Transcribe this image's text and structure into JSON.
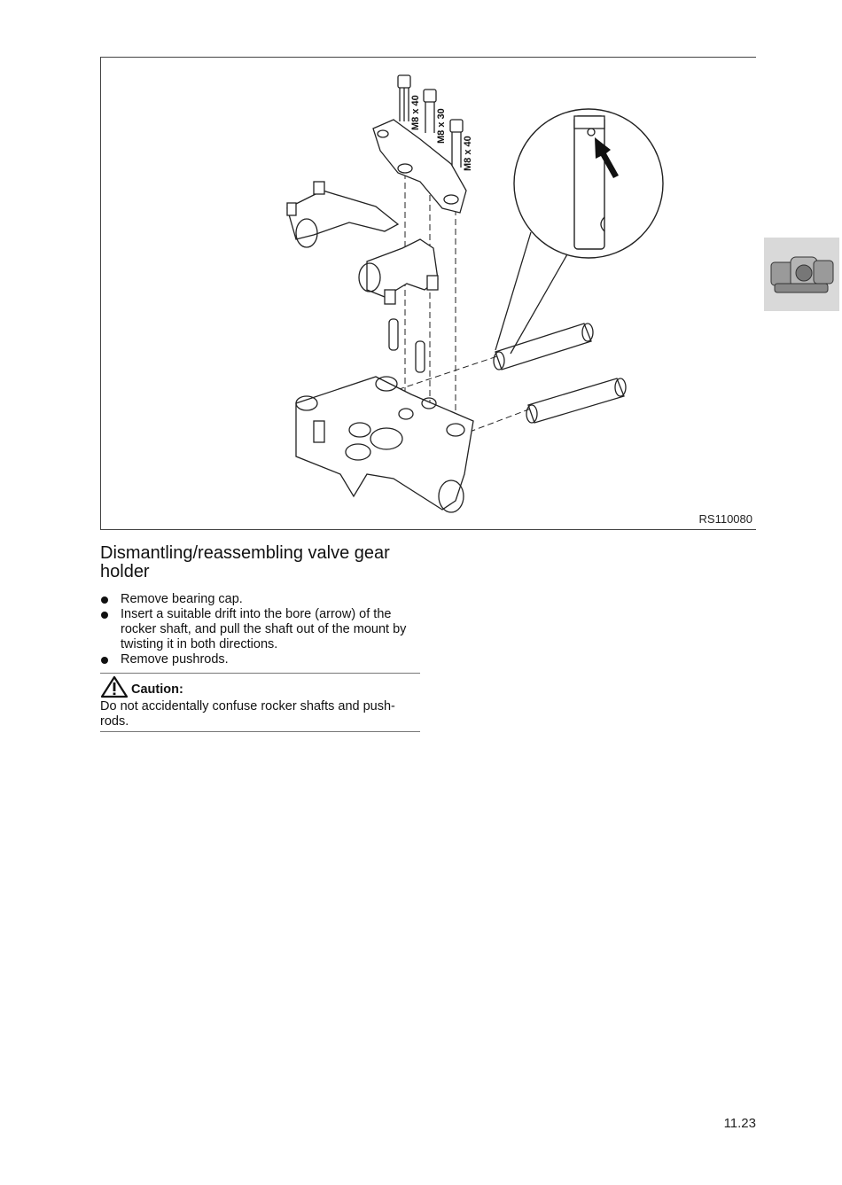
{
  "figure": {
    "code": "RS110080",
    "bolt_labels": [
      "M8 x 40",
      "M8 x 30",
      "M8 x 40"
    ]
  },
  "section": {
    "title": "Dismantling/reassembling valve gear holder",
    "steps": [
      "Remove bearing cap.",
      "Insert a suitable drift into the bore (arrow) of the rocker shaft, and pull the shaft out of the mount by twisting it in both directions.",
      "Remove pushrods."
    ],
    "caution": {
      "label": "Caution:",
      "text": "Do not accidentally confuse rocker shafts and push-rods."
    }
  },
  "page_number": "11.23",
  "icons": {
    "warning": "warning-triangle-icon",
    "side_tab": "engine-thumbnail-icon"
  }
}
